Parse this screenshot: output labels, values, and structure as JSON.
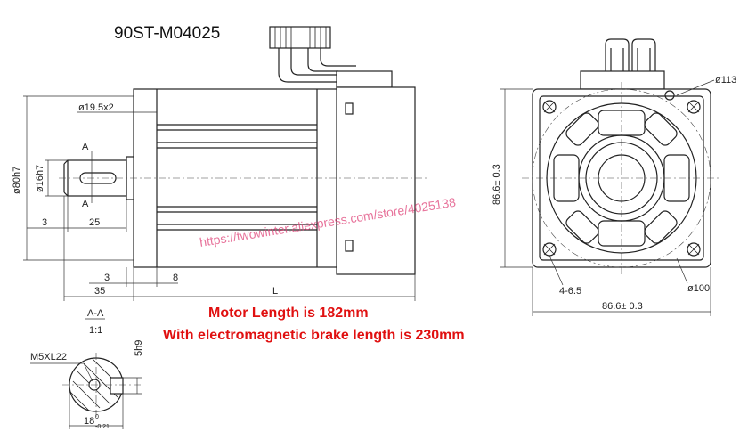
{
  "title": "90ST-M04025",
  "notes": {
    "motor_length": "Motor Length is 182mm",
    "brake_length": "With electromagnetic brake length is 230mm"
  },
  "watermark": "https://twowinter.aliexpress.com/store/4025138",
  "side_view": {
    "flange_dia": "ø80h7",
    "shaft_dia": "ø16h7",
    "hole_dia": "ø19.5x2",
    "section_marker": "A",
    "dim_3_left": "3",
    "dim_25": "25",
    "dim_3_bottom": "3",
    "dim_8": "8",
    "dim_35": "35",
    "dim_L": "L"
  },
  "front_view": {
    "bolt_circle": "ø113",
    "pilot_dia": "ø100",
    "holes": "4-6.5",
    "height": "86.6± 0.3",
    "width": "86.6± 0.3"
  },
  "section": {
    "label": "A-A",
    "scale": "1:1",
    "thread": "M5XL22",
    "key_width": "5h9",
    "key_depth": "18",
    "tol_upper": "0",
    "tol_lower": "-0.21"
  },
  "colors": {
    "note_red": "#e01010",
    "watermark": "#e0457a",
    "line": "#222222"
  }
}
